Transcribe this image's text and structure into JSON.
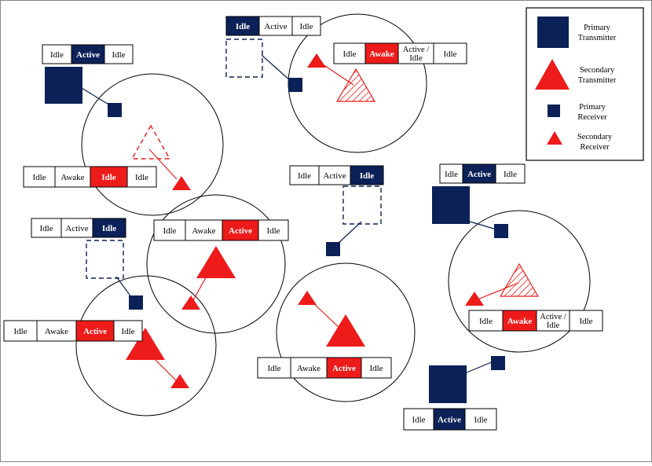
{
  "colors": {
    "primary": "#0b2158",
    "secondary": "#ee1b1b",
    "line": "#000000",
    "frame": "#888888",
    "idle_bg": "#ffffff"
  },
  "legend": {
    "items": [
      {
        "icon": "primary-transmitter-icon",
        "label_line1": "Primary",
        "label_line2": "Transmitter"
      },
      {
        "icon": "secondary-transmitter-icon",
        "label_line1": "Secondary",
        "label_line2": "Transmitter"
      },
      {
        "icon": "primary-receiver-icon",
        "label_line1": "Primary",
        "label_line2": "Receiver"
      },
      {
        "icon": "secondary-receiver-icon",
        "label_line1": "Secondary",
        "label_line2": "Receiver"
      }
    ]
  },
  "status_bars": [
    {
      "id": "sb1",
      "cells": [
        {
          "text": "Idle",
          "state": "idle"
        },
        {
          "text": "Active",
          "state": "primary"
        },
        {
          "text": "Idle",
          "state": "idle"
        }
      ]
    },
    {
      "id": "sb2",
      "cells": [
        {
          "text": "Idle",
          "state": "primary"
        },
        {
          "text": "Active",
          "state": "idle"
        },
        {
          "text": "Idle",
          "state": "idle"
        }
      ]
    },
    {
      "id": "sb3",
      "cells": [
        {
          "text": "Idle",
          "state": "idle"
        },
        {
          "text": "Awake",
          "state": "secondary"
        },
        {
          "text": "Active /",
          "text2": "Idle",
          "state": "idle"
        },
        {
          "text": "Idle",
          "state": "idle"
        }
      ]
    },
    {
      "id": "sb4",
      "cells": [
        {
          "text": "Idle",
          "state": "idle"
        },
        {
          "text": "Awake",
          "state": "idle"
        },
        {
          "text": "Idle",
          "state": "secondary"
        },
        {
          "text": "Idle",
          "state": "idle"
        }
      ]
    },
    {
      "id": "sb5",
      "cells": [
        {
          "text": "Idle",
          "state": "idle"
        },
        {
          "text": "Active",
          "state": "idle"
        },
        {
          "text": "Idle",
          "state": "primary"
        }
      ]
    },
    {
      "id": "sb6",
      "cells": [
        {
          "text": "Idle",
          "state": "idle"
        },
        {
          "text": "Active",
          "state": "primary"
        },
        {
          "text": "Idle",
          "state": "idle"
        }
      ]
    },
    {
      "id": "sb7",
      "cells": [
        {
          "text": "Idle",
          "state": "idle"
        },
        {
          "text": "Active",
          "state": "idle"
        },
        {
          "text": "Idle",
          "state": "primary"
        }
      ]
    },
    {
      "id": "sb8",
      "cells": [
        {
          "text": "Idle",
          "state": "idle"
        },
        {
          "text": "Awake",
          "state": "idle"
        },
        {
          "text": "Active",
          "state": "secondary"
        },
        {
          "text": "Idle",
          "state": "idle"
        }
      ]
    },
    {
      "id": "sb9",
      "cells": [
        {
          "text": "Idle",
          "state": "idle"
        },
        {
          "text": "Awake",
          "state": "secondary"
        },
        {
          "text": "Active /",
          "text2": "Idle",
          "state": "idle"
        },
        {
          "text": "Idle",
          "state": "idle"
        }
      ]
    },
    {
      "id": "sb10",
      "cells": [
        {
          "text": "Idle",
          "state": "idle"
        },
        {
          "text": "Awake",
          "state": "idle"
        },
        {
          "text": "Active",
          "state": "secondary"
        },
        {
          "text": "Idle",
          "state": "idle"
        }
      ]
    },
    {
      "id": "sb11",
      "cells": [
        {
          "text": "Idle",
          "state": "idle"
        },
        {
          "text": "Awake",
          "state": "idle"
        },
        {
          "text": "Active",
          "state": "secondary"
        },
        {
          "text": "Idle",
          "state": "idle"
        }
      ]
    },
    {
      "id": "sb12",
      "cells": [
        {
          "text": "Idle",
          "state": "idle"
        },
        {
          "text": "Active",
          "state": "primary"
        },
        {
          "text": "Idle",
          "state": "idle"
        }
      ]
    }
  ]
}
